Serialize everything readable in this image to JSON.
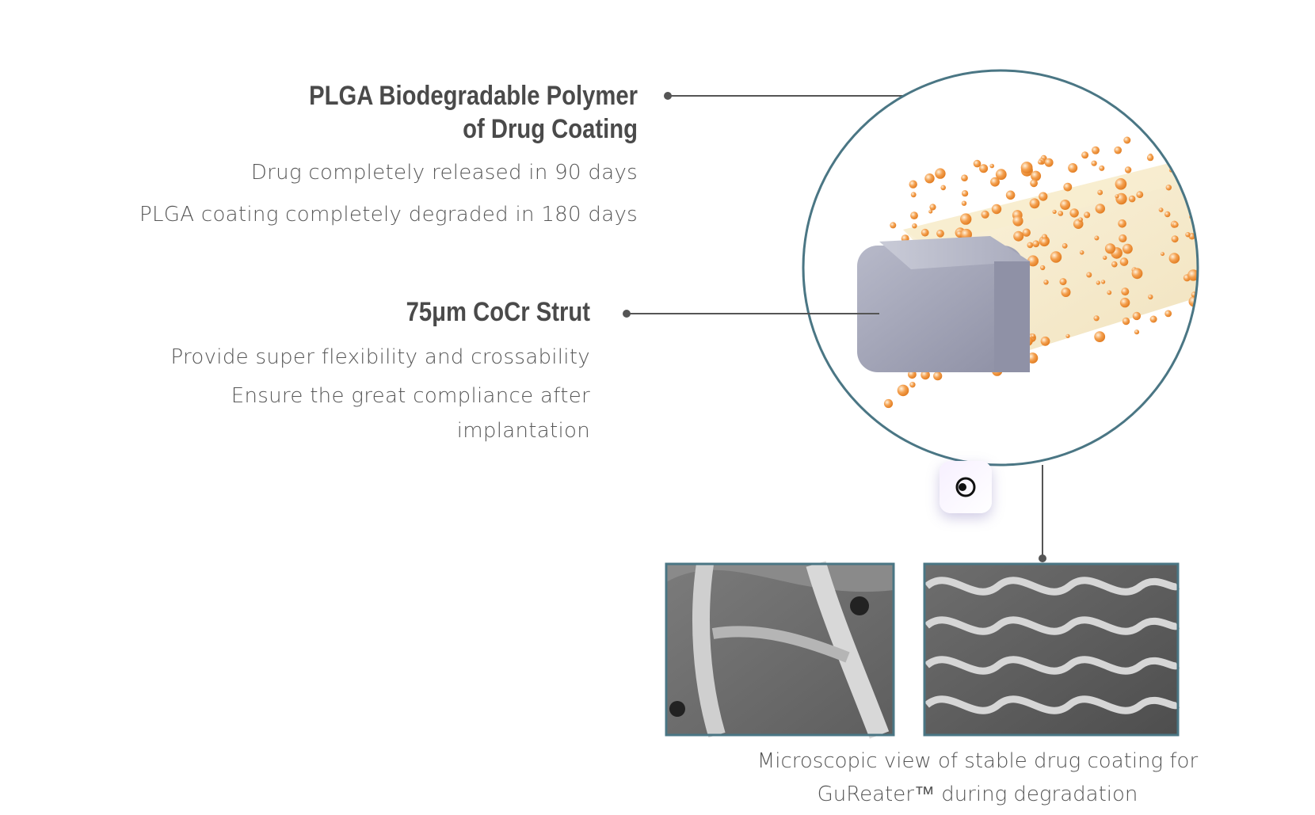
{
  "coating": {
    "title_line1": "PLGA Biodegradable Polymer",
    "title_line2": "of Drug Coating",
    "line1": "Drug completely released in 90 days",
    "line2": "PLGA coating completely degraded in 180 days"
  },
  "strut": {
    "title": "75μm CoCr Strut",
    "line1": "Provide super flexibility and crossability",
    "line2a": "Ensure the great compliance after",
    "line2b": "implantation"
  },
  "caption": {
    "line1": "Microscopic view of stable drug coating for",
    "line2": "GuReater™ during degradation"
  },
  "icons": {
    "control": "circle-eye-icon"
  },
  "colors": {
    "circle_border": "#4a7684",
    "particles": "#f0953c",
    "strut_metal": "#9a9cb0",
    "leader_line": "#555555"
  }
}
